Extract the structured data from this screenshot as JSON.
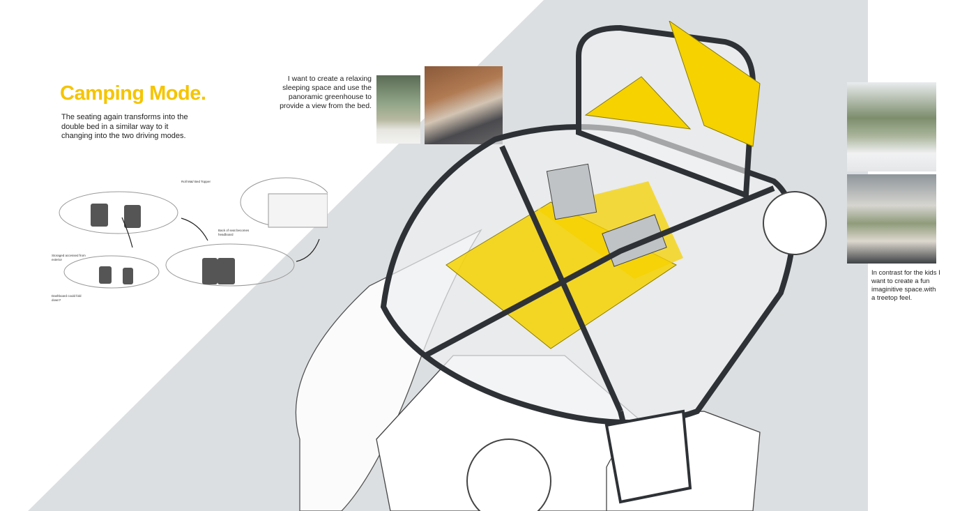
{
  "title": "Camping Mode.",
  "intro": "The seating again transforms into the double bed in a similar way to it changing into the two driving modes.",
  "quote_bed": "I want to create a relaxing sleeping space and use the panoramic greenhouse to provide a view from the bed.",
  "quote_kids": "In contrast for the kids I want to create a fun imaginitive space.with a treetop feel.",
  "sketch_notes": {
    "topper": "Roll Mat/ Bed Topper",
    "headboard": "Back of seat becomes headboard",
    "storage": "Storaged accessed from exterior",
    "dashboard": "Dashboard could fold down?"
  },
  "colors": {
    "accent": "#f5c400",
    "background_band": "#dcdfe1",
    "frame": "#2e3236"
  }
}
